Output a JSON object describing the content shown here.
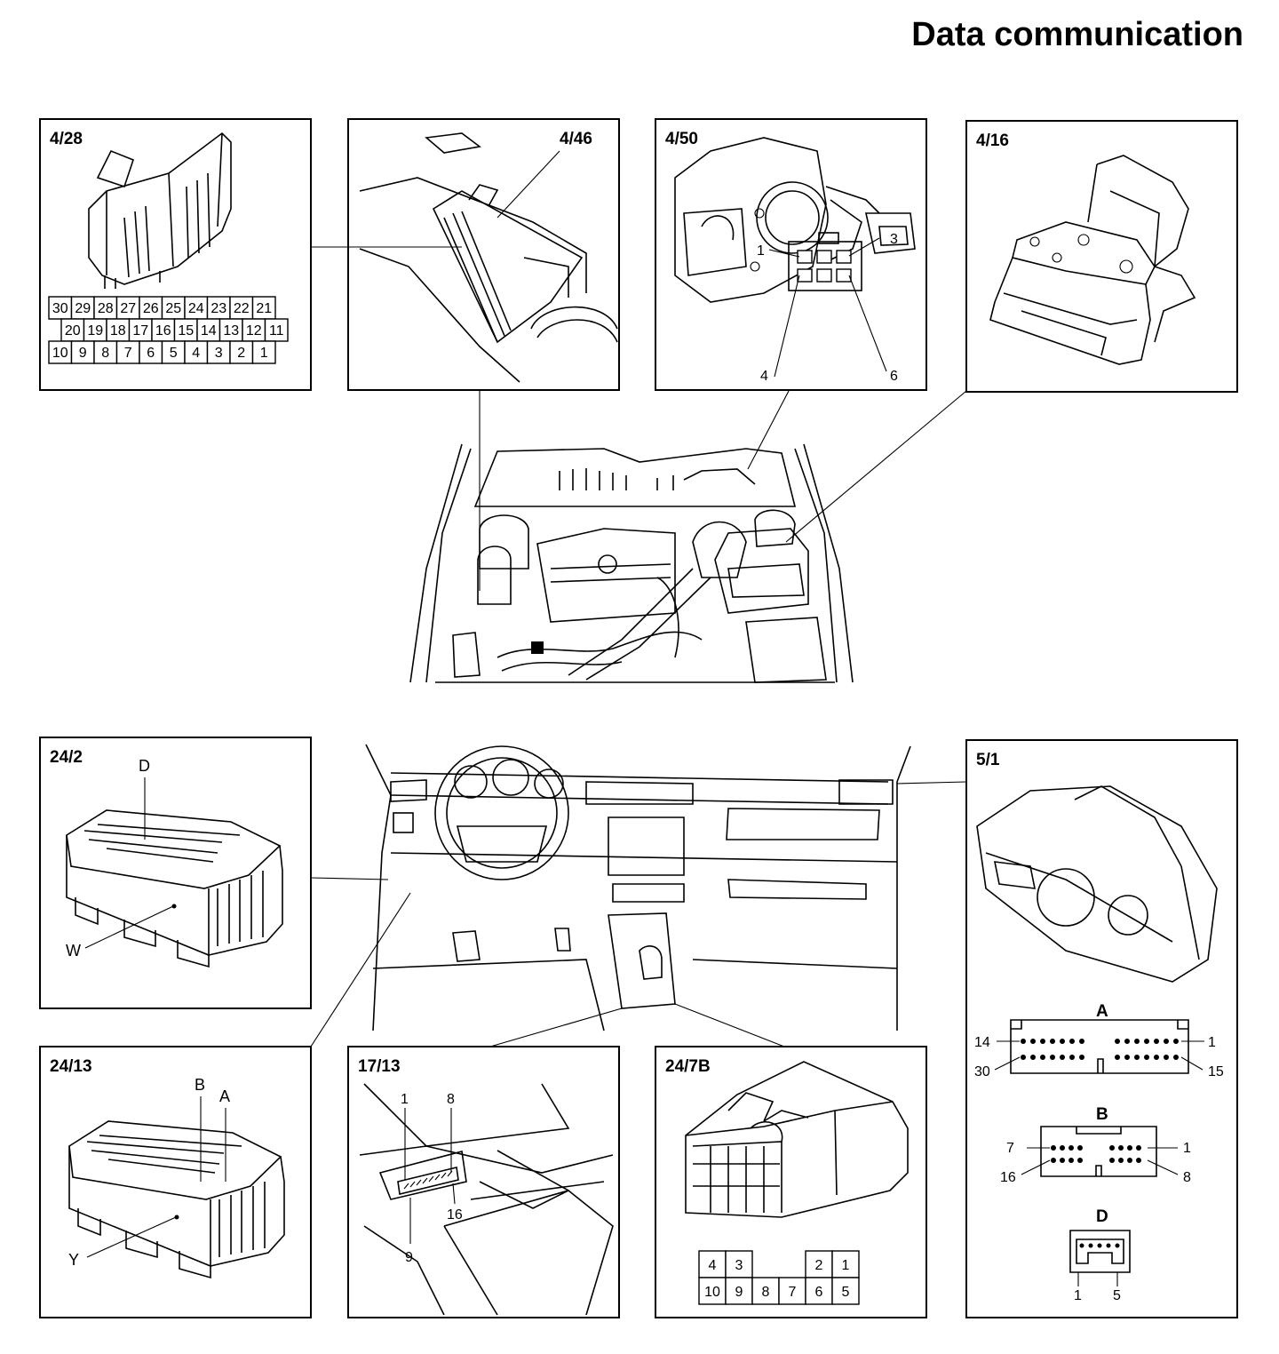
{
  "title": "Data communication",
  "panels": {
    "p428": {
      "id": "4/28",
      "rows": [
        [
          "30",
          "29",
          "28",
          "27",
          "26",
          "25",
          "24",
          "23",
          "22",
          "21"
        ],
        [
          "20",
          "19",
          "18",
          "17",
          "16",
          "15",
          "14",
          "13",
          "12",
          "11"
        ],
        [
          "10",
          "9",
          "8",
          "7",
          "6",
          "5",
          "4",
          "3",
          "2",
          "1"
        ]
      ]
    },
    "p446": {
      "id": "4/46",
      "callout": "4/46"
    },
    "p450": {
      "id": "4/50",
      "pins": {
        "p1": "1",
        "p3": "3",
        "p4": "4",
        "p6": "6"
      }
    },
    "p416": {
      "id": "4/16"
    },
    "p242": {
      "id": "24/2",
      "labels": {
        "d": "D",
        "w": "W"
      }
    },
    "p51": {
      "id": "5/1",
      "conn_a": {
        "label": "A",
        "pins": {
          "p14": "14",
          "p1": "1",
          "p30": "30",
          "p15": "15"
        }
      },
      "conn_b": {
        "label": "B",
        "pins": {
          "p7": "7",
          "p1": "1",
          "p16": "16",
          "p8": "8"
        }
      },
      "conn_d": {
        "label": "D",
        "pins": {
          "p1": "1",
          "p5": "5"
        }
      }
    },
    "p2413": {
      "id": "24/13",
      "labels": {
        "b": "B",
        "a": "A",
        "y": "Y"
      }
    },
    "p1713": {
      "id": "17/13",
      "pins": {
        "p1": "1",
        "p8": "8",
        "p9": "9",
        "p16": "16"
      }
    },
    "p247b": {
      "id": "24/7B",
      "top_row": [
        "4",
        "3",
        "",
        "",
        "2",
        "1"
      ],
      "bottom_row": [
        "10",
        "9",
        "8",
        "7",
        "6",
        "5"
      ]
    }
  }
}
